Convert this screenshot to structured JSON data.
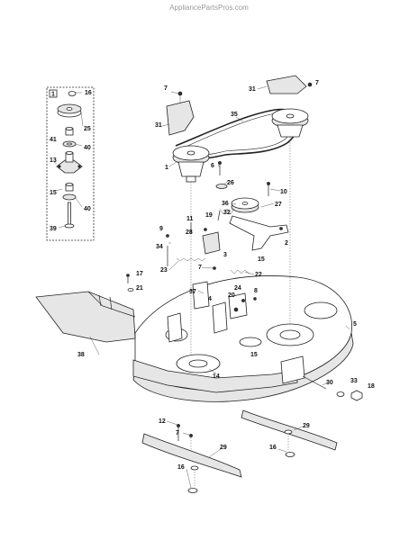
{
  "watermark": "AppliancePartsPros.com",
  "inset_label": "1",
  "callouts": [
    {
      "id": "inset-16",
      "text": "16"
    },
    {
      "id": "inset-25",
      "text": "25"
    },
    {
      "id": "inset-41",
      "text": "41"
    },
    {
      "id": "inset-40a",
      "text": "40"
    },
    {
      "id": "inset-13",
      "text": "13"
    },
    {
      "id": "inset-15",
      "text": "15"
    },
    {
      "id": "inset-40b",
      "text": "40"
    },
    {
      "id": "inset-39",
      "text": "39"
    },
    {
      "id": "c7a",
      "text": "7"
    },
    {
      "id": "c31a",
      "text": "31"
    },
    {
      "id": "c1",
      "text": "1"
    },
    {
      "id": "c31b",
      "text": "31"
    },
    {
      "id": "c7b",
      "text": "7"
    },
    {
      "id": "c35",
      "text": "35"
    },
    {
      "id": "c6",
      "text": "6"
    },
    {
      "id": "c26",
      "text": "26"
    },
    {
      "id": "c10",
      "text": "10"
    },
    {
      "id": "c36",
      "text": "36"
    },
    {
      "id": "c27",
      "text": "27"
    },
    {
      "id": "c32",
      "text": "32"
    },
    {
      "id": "c19",
      "text": "19"
    },
    {
      "id": "c11",
      "text": "11"
    },
    {
      "id": "c9",
      "text": "9"
    },
    {
      "id": "c28",
      "text": "28"
    },
    {
      "id": "c2",
      "text": "2"
    },
    {
      "id": "c34",
      "text": "34"
    },
    {
      "id": "c3",
      "text": "3"
    },
    {
      "id": "c15a",
      "text": "15"
    },
    {
      "id": "c23",
      "text": "23"
    },
    {
      "id": "c7c",
      "text": "7"
    },
    {
      "id": "c22",
      "text": "22"
    },
    {
      "id": "c17",
      "text": "17"
    },
    {
      "id": "c21",
      "text": "21"
    },
    {
      "id": "c37",
      "text": "37"
    },
    {
      "id": "c24",
      "text": "24"
    },
    {
      "id": "c20",
      "text": "20"
    },
    {
      "id": "c8",
      "text": "8"
    },
    {
      "id": "c4",
      "text": "4"
    },
    {
      "id": "c5",
      "text": "5"
    },
    {
      "id": "c38",
      "text": "38"
    },
    {
      "id": "c14",
      "text": "14"
    },
    {
      "id": "c15b",
      "text": "15"
    },
    {
      "id": "c30",
      "text": "30"
    },
    {
      "id": "c33",
      "text": "33"
    },
    {
      "id": "c18",
      "text": "18"
    },
    {
      "id": "c12",
      "text": "12"
    },
    {
      "id": "c7d",
      "text": "7"
    },
    {
      "id": "c29a",
      "text": "29"
    },
    {
      "id": "c16a",
      "text": "16"
    },
    {
      "id": "c29b",
      "text": "29"
    },
    {
      "id": "c16b",
      "text": "16"
    }
  ]
}
